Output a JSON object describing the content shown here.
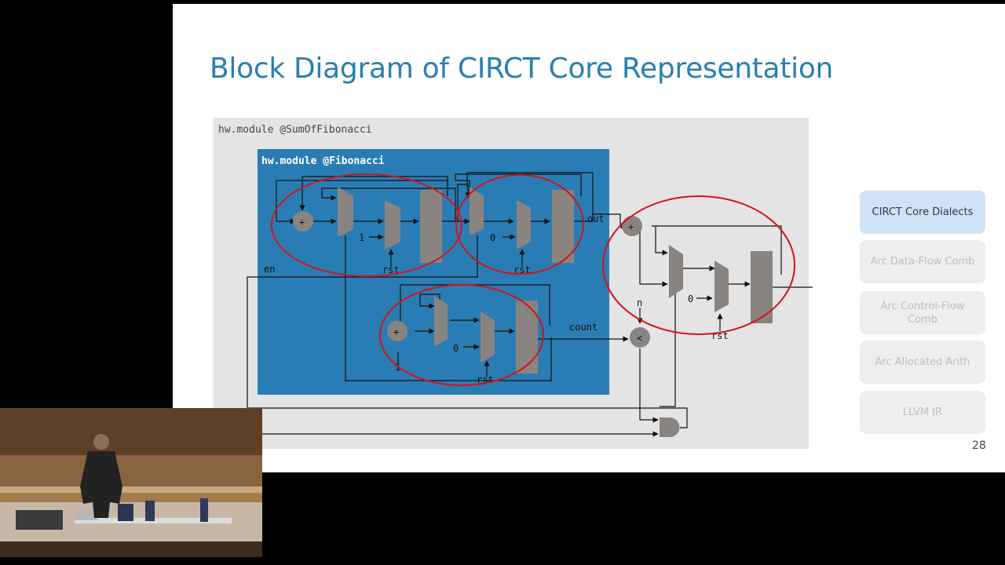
{
  "slide": {
    "title": "Block Diagram of CIRCT Core Representation",
    "page_number": "28"
  },
  "diagram": {
    "outer_module_label": "hw.module @SumOfFibonacci",
    "inner_module_label": "hw.module @Fibonacci",
    "labels": {
      "plus": "+",
      "less_than": "<",
      "one": "1",
      "zero": "0",
      "rst": "rst",
      "out": "out",
      "en": "en",
      "count": "count",
      "n": "n"
    },
    "colors": {
      "outer_bg": "#e4e4e4",
      "inner_bg": "#2a7db4",
      "block": "#8a8480",
      "highlight": "#d4121c"
    }
  },
  "nav": {
    "items": [
      {
        "label": "CIRCT Core Dialects",
        "active": true
      },
      {
        "label": "Arc Data-Flow Comb",
        "active": false
      },
      {
        "label": "Arc Control-Flow Comb",
        "active": false
      },
      {
        "label": "Arc Allocated Arith",
        "active": false
      },
      {
        "label": "LLVM IR",
        "active": false
      }
    ]
  }
}
